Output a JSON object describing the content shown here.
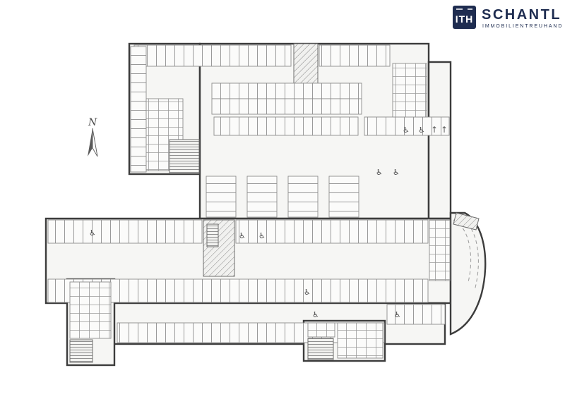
{
  "branding": {
    "logo_monogram": "ITH",
    "company_name": "SCHANTL",
    "company_subtitle": "IMMOBILIENTREUHAND",
    "brand_color": "#1e2c50"
  },
  "compass": {
    "label": "N"
  },
  "plan": {
    "type": "architectural-floor-plan",
    "subject": "Underground parking garage level with parking stalls, storage rooms, stair cores and curved access ramp",
    "wall_color": "#3c3c3c",
    "floor_color": "#f6f6f4",
    "stall_line_color": "#9a9a9a",
    "icons": {
      "wheelchair": "♿",
      "arrow_up": "↑"
    }
  }
}
